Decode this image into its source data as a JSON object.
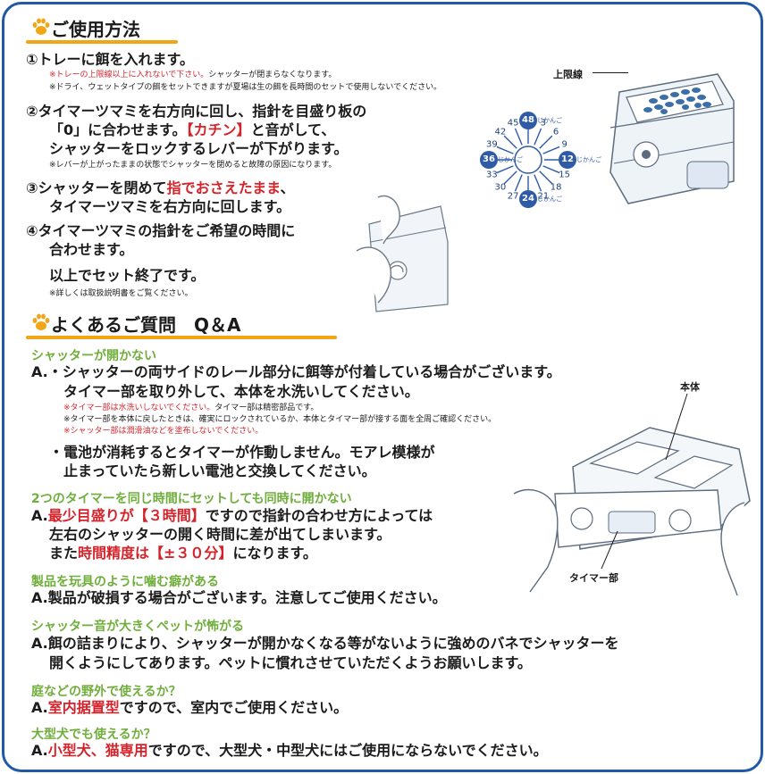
{
  "usage": {
    "title": "ご使用方法",
    "step1": {
      "text": "①トレーに餌を入れます。",
      "note1_red": "※トレーの上限線以上に入れないで下さい。",
      "note1_rest": "シャッターが閉まらなくなります。",
      "note2": "※ドライ、ウェットタイプの餌をセットできますが夏場は生の餌を長時間のセットで使用しないでください。"
    },
    "step2": {
      "line1": "②タイマーツマミを右方向に回し、指針を目盛り板の",
      "line2_a": "「0」に合わせます。",
      "line2_red": "【カチン】",
      "line2_b": "と音がして、",
      "line3": "シャッターをロックするレバーが下がります。",
      "note": "※レバーが上がったままの状態でシャッターを閉めると故障の原因になります。"
    },
    "step3": {
      "line1_a": "③シャッターを閉めて",
      "line1_red": "指でおさえたまま",
      "line1_b": "、",
      "line2": "タイマーツマミを右方向に回します。"
    },
    "step4": {
      "line1": "④タイマーツマミの指針をご希望の時間に",
      "line2": "合わせます。"
    },
    "end": "以上でセット終了です。",
    "end_note": "※詳しくは取扱説明書をご覧ください。",
    "upper_line_label": "上限線"
  },
  "dial": {
    "numbers": [
      "3",
      "6",
      "9",
      "15",
      "18",
      "21",
      "27",
      "30",
      "33",
      "39",
      "42",
      "45"
    ],
    "big": [
      "12",
      "24",
      "36",
      "48"
    ],
    "big_label": "じかんご"
  },
  "faq": {
    "title": "よくあるご質問　Q＆A",
    "q1": {
      "title": "シャッターが開かない",
      "a1_line1": "A.・シャッターの両サイドのレール部分に餌等が付着している場合がございます。",
      "a1_line2": "タイマー部を取り外して、本体を水洗いしてください。",
      "note1_red": "※タイマー部は水洗いしないでください。",
      "note1_rest": "タイマー部は精密部品です。",
      "note2": "※タイマー部を本体に戻したときは、確実にロックされているか、本体とタイマー部が接する面を全周ご確認ください。",
      "note3_red": "※シャッター部は潤滑油などを塗布しないでください。",
      "a2_line1": "・電池が消耗するとタイマーが作動しません。モアレ模様が",
      "a2_line2": "止まっていたら新しい電池と交換してください。"
    },
    "q2": {
      "title": "2つのタイマーを同じ時間にセットしても同時に開かない",
      "line1_a": "A.",
      "line1_red": "最少目盛りが【３時間】",
      "line1_b": "ですので指針の合わせ方によっては",
      "line2": "左右のシャッターの開く時間に差が出てしまいます。",
      "line3_a": "また",
      "line3_red": "時間精度は【±３０分】",
      "line3_b": "になります。"
    },
    "q3": {
      "title": "製品を玩具のように噛む癖がある",
      "answer": "A.製品が破損する場合がございます。注意してご使用ください。"
    },
    "q4": {
      "title": "シャッター音が大きくペットが怖がる",
      "line1": "A.餌の詰まりにより、シャッターが開かなくなる等がないように強めのバネでシャッターを",
      "line2": "開くようにしてあります。ペットに慣れさせていただくようお願いします。"
    },
    "q5": {
      "title": "庭などの野外で使えるか？",
      "a": "A.",
      "red": "室内据置型",
      "rest": "ですので、室内でご使用ください。"
    },
    "q6": {
      "title": "大型犬でも使えるか？",
      "a": "A.",
      "red": "小型犬、猫専用",
      "rest": "ですので、大型犬・中型犬にはご使用にならないでください。"
    },
    "body_label": "本体",
    "timer_label": "タイマー部"
  },
  "colors": {
    "accent_orange": "#f2a515",
    "question_green": "#6fae3b",
    "emphasis_red": "#d6232b",
    "frame_blue": "#2158a7",
    "dial_blue": "#2e5aa8"
  }
}
